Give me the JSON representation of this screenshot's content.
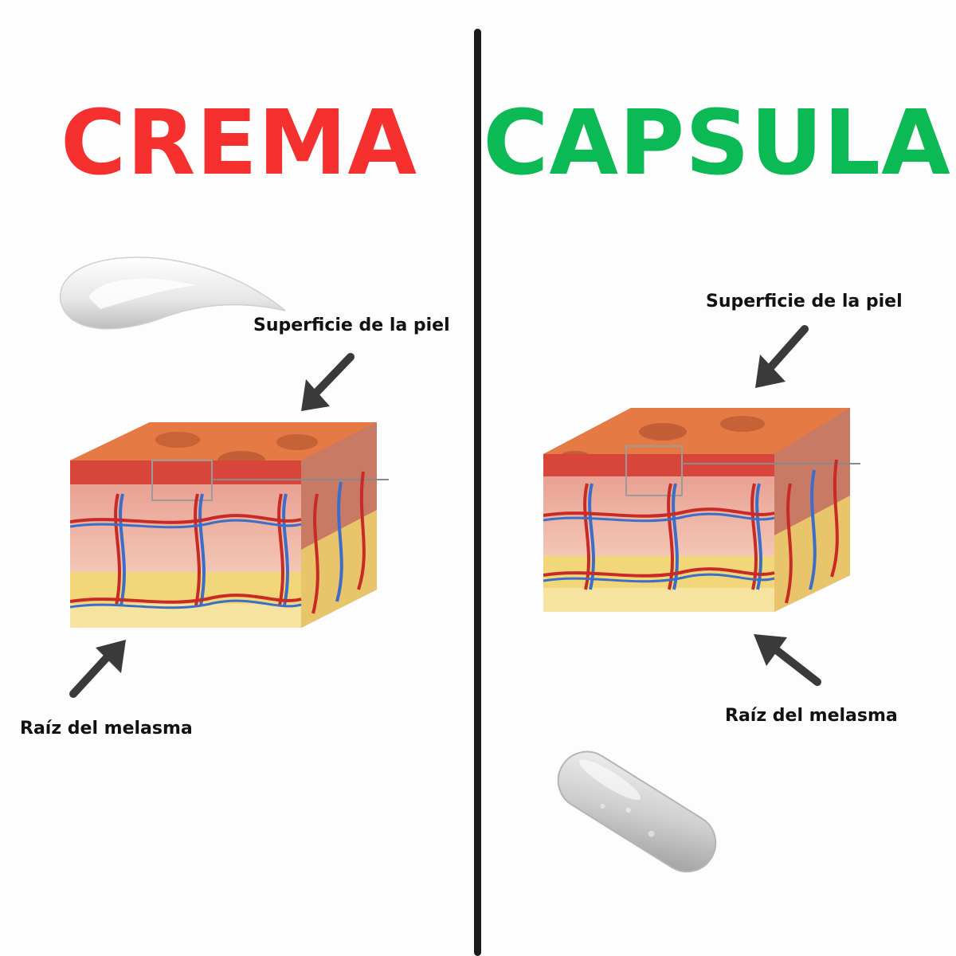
{
  "left": {
    "title": "CREMA",
    "title_color": "#f5302f",
    "surface_label": "Superficie de la piel",
    "root_label": "Raíz del melasma",
    "illustration": "cream-swatch-icon"
  },
  "right": {
    "title": "CAPSULA",
    "title_color": "#0bba55",
    "surface_label": "Superficie de la piel",
    "root_label": "Raíz del melasma",
    "illustration": "capsule-icon"
  }
}
